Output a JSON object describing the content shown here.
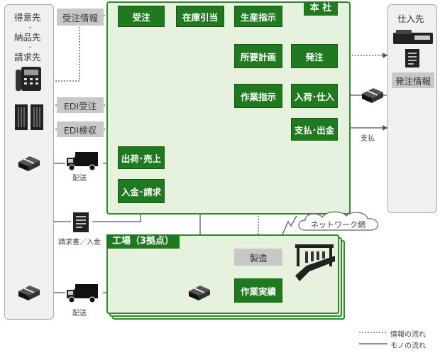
{
  "left_party": {
    "line1": "得意先",
    "line2": "納品先",
    "line3": "請求先"
  },
  "right_party": {
    "title": "仕入先",
    "info_label": "発注情報"
  },
  "honsha": {
    "title": "本 社"
  },
  "factory": {
    "title": "工場（3拠点）"
  },
  "network": {
    "label": "ネットワーク網"
  },
  "inputs": {
    "order_info": "受注情報",
    "edi_order": "EDI受注",
    "edi_inspection": "EDI検収"
  },
  "process": {
    "juchu": "受注",
    "zaiko": "在庫引当",
    "seisan": "生産指示",
    "shoyo": "所要計画",
    "hatchu": "発注",
    "sagyo_shiji": "作業指示",
    "nyuka": "入荷･仕入",
    "shiharai": "支払･出金",
    "shukka": "出荷･売上",
    "nyukin": "入金･請求",
    "seizo": "製造",
    "jisseki": "作業実績"
  },
  "labels": {
    "delivery_1": "配送",
    "delivery_2": "配送",
    "payment": "支払",
    "invoice": "請求書／入金"
  },
  "legend": {
    "info_flow": "情報の流れ",
    "goods_flow": "モノの流れ"
  },
  "colors": {
    "node_green": "#1f7a1f",
    "panel_green": "#e6f2de",
    "border_green": "#2f8a2f",
    "gray_node": "#c8c8c8"
  }
}
